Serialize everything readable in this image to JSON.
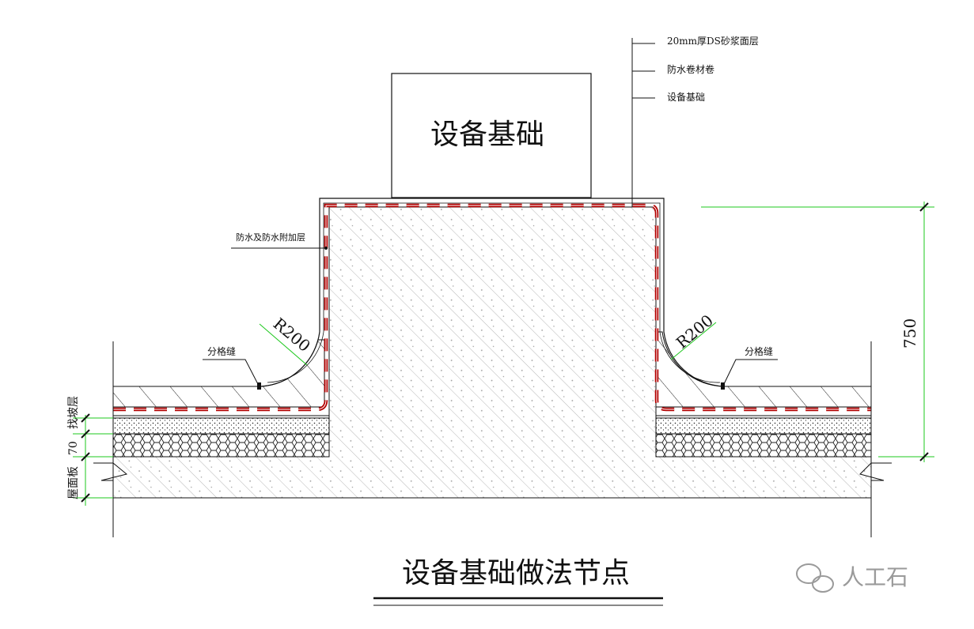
{
  "title": "设备基础做法节点",
  "block_label": "设备基础",
  "callouts": {
    "mortar_layer": "20mm厚DS砂浆面层",
    "membrane": "防水卷材卷",
    "foundation": "设备基础",
    "waterproof_extra": "防水及防水附加层",
    "joint_left": "分格缝",
    "joint_right": "分格缝"
  },
  "radius_left": "R200",
  "radius_right": "R200",
  "dimension_height": "750",
  "left_layers": {
    "slope": "找坡层",
    "thickness": "70",
    "roof_slab": "屋面板"
  },
  "watermark": "人工石",
  "colors": {
    "membrane_red": "#b30000",
    "dimension_green": "#1ec81e",
    "pink_line": "#d22ad2"
  }
}
